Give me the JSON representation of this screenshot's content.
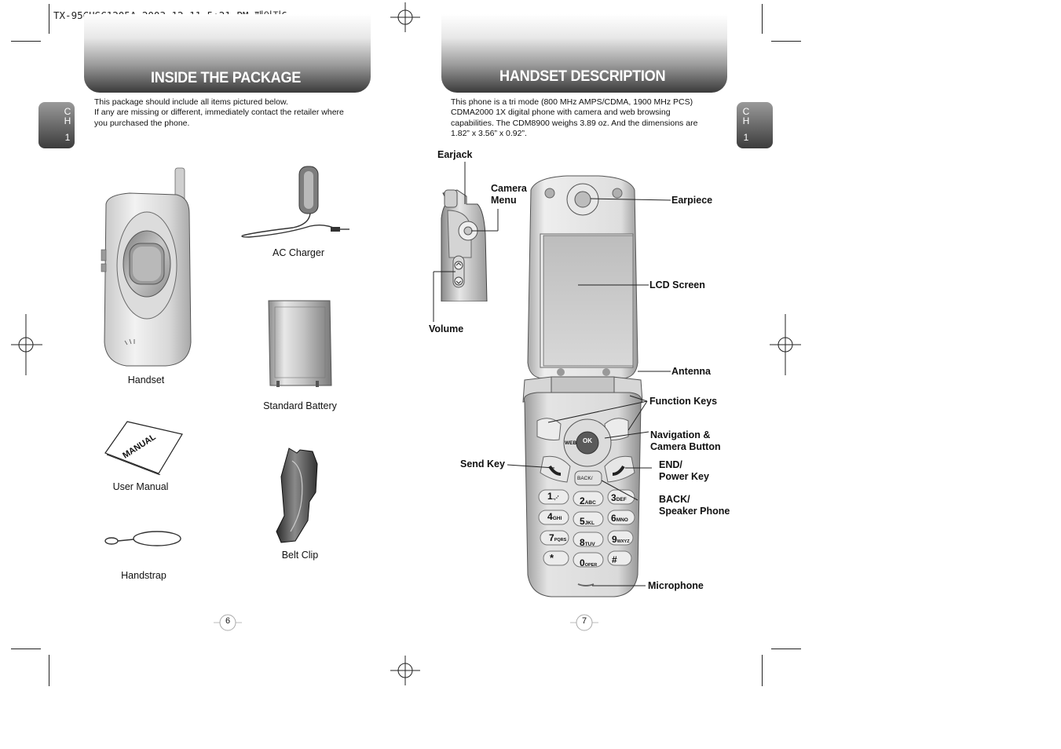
{
  "print_slug": "TX-95CUSC1205A 2003.12.11 5:21 PM 페이지6",
  "left_page": {
    "title": "INSIDE THE PACKAGE",
    "chapter_tab": {
      "c": "C",
      "h": "H",
      "num": "1"
    },
    "intro_line1": "This package should include all items pictured below.",
    "intro_line2": "If any are missing or different, immediately contact the retailer where",
    "intro_line3": "you purchased the phone.",
    "items": {
      "handset": "Handset",
      "ac_charger": "AC Charger",
      "standard_battery": "Standard Battery",
      "user_manual": "User Manual",
      "manual_cover_text": "MANUAL",
      "handstrap": "Handstrap",
      "belt_clip": "Belt Clip"
    },
    "page_number": "6"
  },
  "right_page": {
    "title": "HANDSET DESCRIPTION",
    "chapter_tab": {
      "c": "C",
      "h": "H",
      "num": "1"
    },
    "intro_line1": "This phone is a tri mode (800 MHz AMPS/CDMA, 1900 MHz PCS)",
    "intro_line2": "CDMA2000 1X digital phone with camera and web browsing",
    "intro_line3": "capabilities. The CDM8900 weighs 3.89 oz. And the dimensions are",
    "intro_line4": "1.82” x 3.56” x 0.92”.",
    "callouts": {
      "earjack": "Earjack",
      "camera_menu_1": "Camera",
      "camera_menu_2": "Menu",
      "volume": "Volume",
      "earpiece": "Earpiece",
      "lcd_screen": "LCD Screen",
      "antenna": "Antenna",
      "function_keys": "Function Keys",
      "nav_1": "Navigation &",
      "nav_2": "Camera Button",
      "send_key": "Send Key",
      "end_1": "END/",
      "end_2": "Power Key",
      "back_1": "BACK/",
      "back_2": "Speaker Phone",
      "microphone": "Microphone"
    },
    "keypad": {
      "web": "WEB",
      "ok": "OK",
      "back": "BACK/",
      "k1": "1",
      "k1s": ".,-'",
      "k2": "2",
      "k2s": "ABC",
      "k3": "3",
      "k3s": "DEF",
      "k4": "4",
      "k4s": "GHI",
      "k5": "5",
      "k5s": "JKL",
      "k6": "6",
      "k6s": "MNO",
      "k7": "7",
      "k7s": "PQRS",
      "k8": "8",
      "k8s": "TUV",
      "k9": "9",
      "k9s": "WXYZ",
      "kstar": "*",
      "k0": "0",
      "k0s": "OPER",
      "khash": "#"
    },
    "page_number": "7"
  }
}
